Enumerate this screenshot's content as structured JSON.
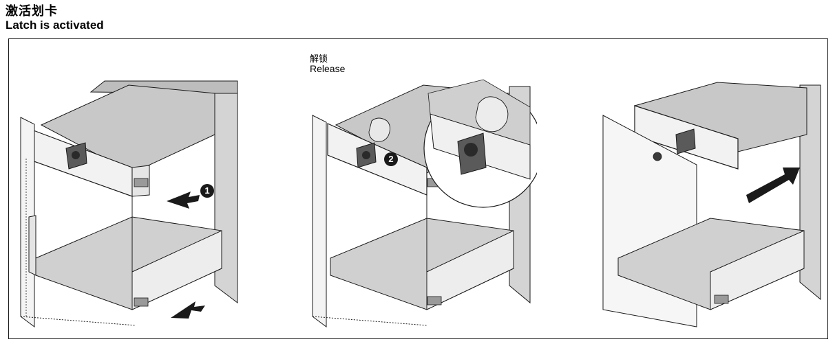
{
  "header": {
    "title_cn": "激活划卡",
    "title_en": "Latch is activated"
  },
  "step2": {
    "label_cn": "解锁",
    "label_en": "Release"
  },
  "badges": {
    "one": "1",
    "two": "2"
  },
  "colors": {
    "panel_grey": "#cfcfcf",
    "dark_grey": "#8a8a8a",
    "line": "#1a1a1a"
  }
}
